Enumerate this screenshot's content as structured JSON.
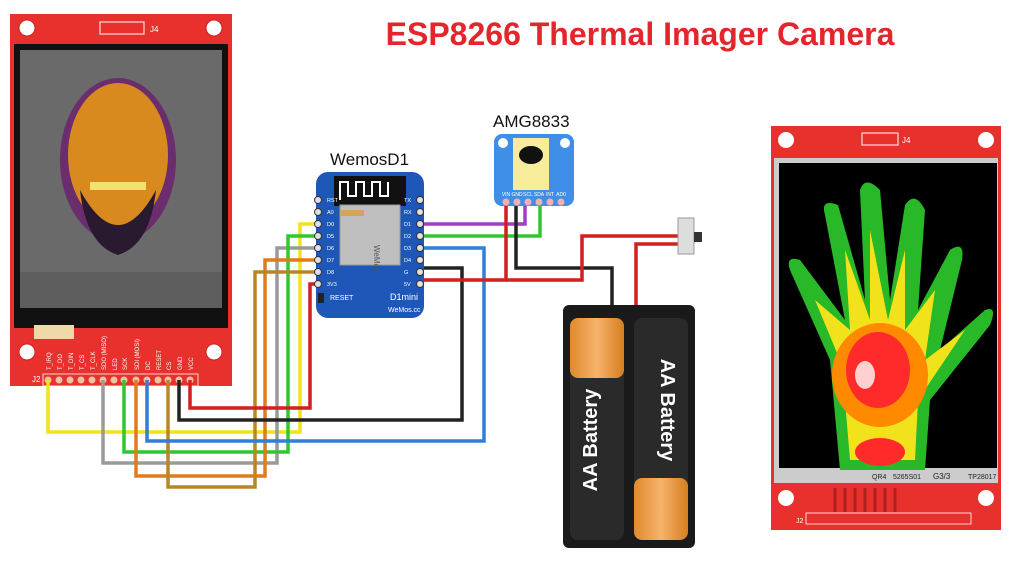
{
  "title": "ESP8266 Thermal Imager Camera",
  "labels": {
    "wemos": "WemosD1",
    "sensor": "AMG8833"
  },
  "tft_left": {
    "header_label": "J4",
    "pin_header_label": "J2",
    "pins": [
      "T_IRQ",
      "T_DO",
      "T_DIN",
      "T_CS",
      "T_CLK",
      "SDO (MISO)",
      "LED",
      "SCK",
      "SDI (MOSI)",
      "DC",
      "RESET",
      "CS",
      "GND",
      "VCC"
    ]
  },
  "wemos": {
    "left_pins": [
      "RST",
      "A0",
      "D0",
      "D5",
      "D6",
      "D7",
      "D8",
      "3V3"
    ],
    "right_pins": [
      "TX",
      "RX",
      "D1",
      "D2",
      "D3",
      "D4",
      "G",
      "5V"
    ],
    "reset_label": "RESET",
    "model_label": "D1mini",
    "brand_label": "WeMos.cc",
    "chip_label": "WeMos"
  },
  "sensor": {
    "pins": [
      "VIN",
      "GND",
      "SCL",
      "SDA",
      "INT",
      "AD0"
    ]
  },
  "battery": {
    "cell_label": "AA Battery"
  },
  "tft_right": {
    "header_label": "J4",
    "pin_header_label": "J2",
    "silk": [
      "QR4",
      "5265S01",
      "G3/3",
      "TP28017"
    ]
  },
  "colors": {
    "title": "#e3262b",
    "pcb_red": "#e8302c",
    "wemos_blue": "#1f57b8",
    "sensor_blue": "#3f8ee8"
  }
}
